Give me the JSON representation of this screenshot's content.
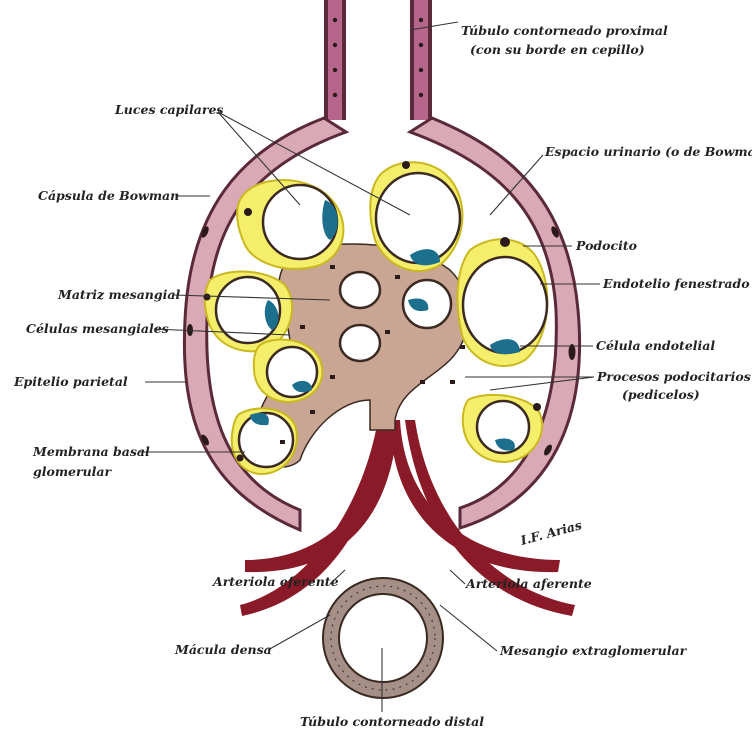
{
  "colors": {
    "capsule_outer": "#5a2a3a",
    "capsule_epithelium": "#d9a9b6",
    "nucleus_dark": "#2a1a1a",
    "podocyte": "#f4ee6a",
    "podocyte_edge": "#c9b820",
    "mesangium": "#c9a593",
    "capillary_lumen": "#ffffff",
    "capillary_wall": "#3a2a22",
    "endothelial": "#1d6f8e",
    "arteriole": "#8a1a28",
    "tubule": "#a58f86"
  },
  "labels": {
    "proximal_tubule": "Túbulo contorneado proximal",
    "proximal_tubule_note": "(con su borde en cepillo)",
    "capillary_lumens": "Luces capilares",
    "urinary_space": "Espacio urinario (o de Bowman)",
    "bowman_capsule": "Cápsula de Bowman",
    "podocyte": "Podocito",
    "mesangial_matrix": "Matriz mesangial",
    "fenestrated_endothelium": "Endotelio fenestrado",
    "mesangial_cells": "Células mesangiales",
    "endothelial_cell": "Célula endotelial",
    "parietal_epithelium": "Epitelio parietal",
    "podocyte_processes": "Procesos podocitarios",
    "podocyte_processes_note": "(pedicelos)",
    "basal_membrane": "Membrana basal",
    "basal_membrane_2": "glomerular",
    "efferent_arteriole": "Arteriola eferente",
    "afferent_arteriole": "Arteriola aferente",
    "macula_densa": "Mácula densa",
    "extraglomerular_mesangium": "Mesangio extraglomerular",
    "distal_tubule": "Túbulo contorneado distal",
    "signature": "I.F. Arias"
  }
}
